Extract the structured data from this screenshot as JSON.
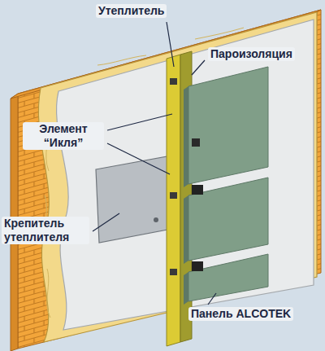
{
  "diagram": {
    "labels": [
      "Утеплитель",
      "Пароизоляция",
      "Элемент “Икля”",
      "Крепитель утеплителя",
      "Панель ALCOTEK"
    ]
  }
}
